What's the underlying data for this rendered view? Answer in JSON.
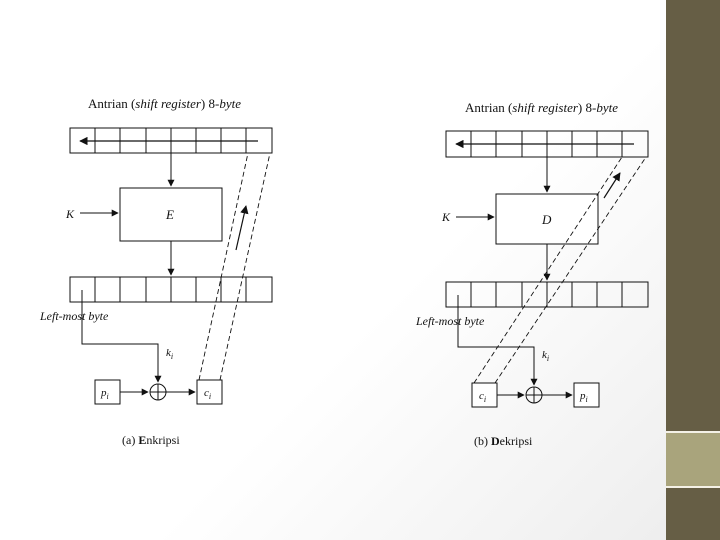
{
  "colors": {
    "line": "#111111",
    "sidebar_dark": "#665e45",
    "sidebar_light": "#a9a47c"
  },
  "encrypt": {
    "register_title_prefix": "Antrian (",
    "register_title_italic": "shift register",
    "register_title_mid": ") 8-",
    "register_title_suffix": "byte",
    "key_label": "K",
    "block_label": "E",
    "leftmost_label": "Left-most byte",
    "ki_label": "k",
    "ki_sub": "i",
    "pi_label": "p",
    "pi_sub": "i",
    "ci_label": "c",
    "ci_sub": "i",
    "caption_prefix": "(a) ",
    "caption_bold": "E",
    "caption_rest": "nkripsi"
  },
  "decrypt": {
    "register_title_prefix": "Antrian (",
    "register_title_italic": "shift register",
    "register_title_mid": ") 8-",
    "register_title_suffix": "byte",
    "key_label": "K",
    "block_label": "D",
    "leftmost_label": "Left-most byte",
    "ki_label": "k",
    "ki_sub": "i",
    "ci_label": "c",
    "ci_sub": "i",
    "pi_label": "p",
    "pi_sub": "i",
    "caption_prefix": "(b) ",
    "caption_bold": "D",
    "caption_rest": "ekripsi"
  }
}
